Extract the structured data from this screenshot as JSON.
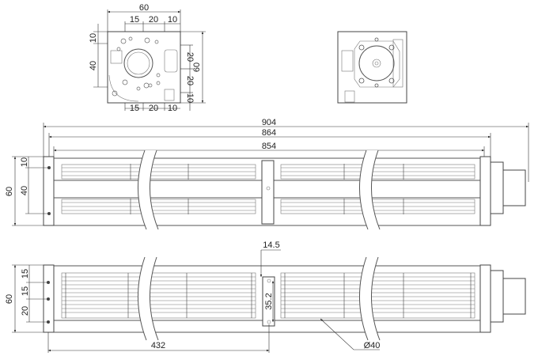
{
  "front_view": {
    "width": "60",
    "top_15": "15",
    "top_20": "20",
    "top_10": "10",
    "left_10": "10",
    "left_40": "40",
    "right_20a": "20",
    "right_20b": "20",
    "right_10": "10",
    "height": "60",
    "bot_15": "15",
    "bot_20": "20",
    "bot_10": "10"
  },
  "top_view": {
    "overall": "904",
    "mid": "864",
    "inner": "854",
    "height": "60",
    "d10": "10",
    "d40": "40"
  },
  "side_view": {
    "height": "60",
    "d15a": "15",
    "d15b": "15",
    "d20": "20",
    "bracket": "14.5",
    "hole_spacing": "35.2",
    "half": "432",
    "diameter": "Ø40"
  }
}
